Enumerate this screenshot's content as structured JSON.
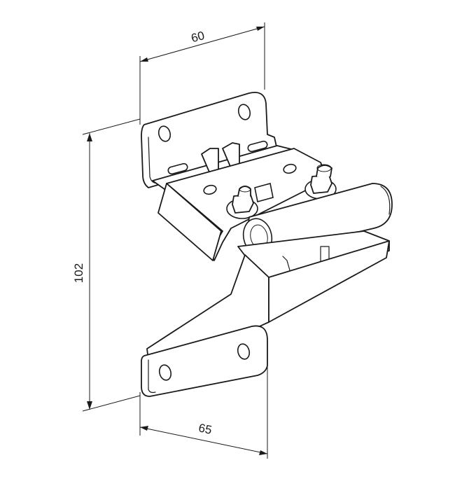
{
  "drawing": {
    "dimensions": {
      "top_width": "60",
      "height": "102",
      "bottom_width": "65"
    },
    "colors": {
      "line": "#1a1a1a",
      "background": "#ffffff"
    }
  }
}
